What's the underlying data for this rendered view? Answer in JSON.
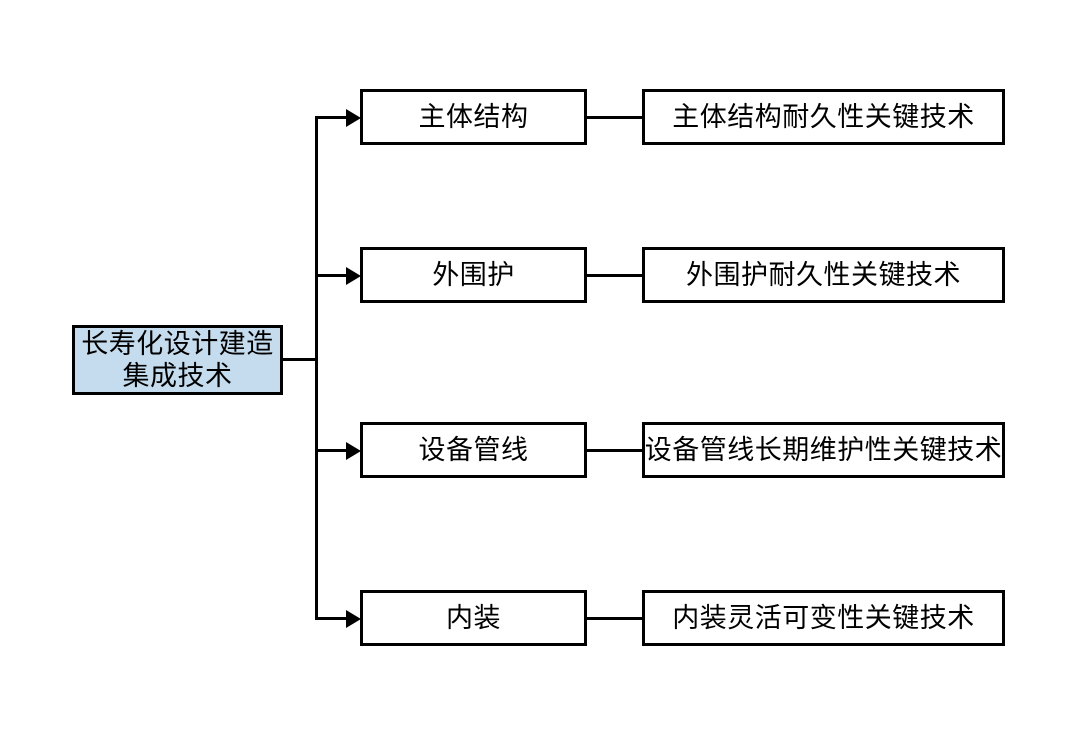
{
  "root": {
    "label_line1": "长寿化设计建造",
    "label_line2": "集成技术"
  },
  "branches": [
    {
      "category": "主体结构",
      "technology": "主体结构耐久性关键技术"
    },
    {
      "category": "外围护",
      "technology": "外围护耐久性关键技术"
    },
    {
      "category": "设备管线",
      "technology": "设备管线长期维护性关键技术"
    },
    {
      "category": "内装",
      "technology": "内装灵活可变性关键技术"
    }
  ],
  "colors": {
    "background": "#FFFFFF",
    "root_fill": "#C5DCEE",
    "box_fill": "#FFFFFF",
    "line": "#000000"
  }
}
